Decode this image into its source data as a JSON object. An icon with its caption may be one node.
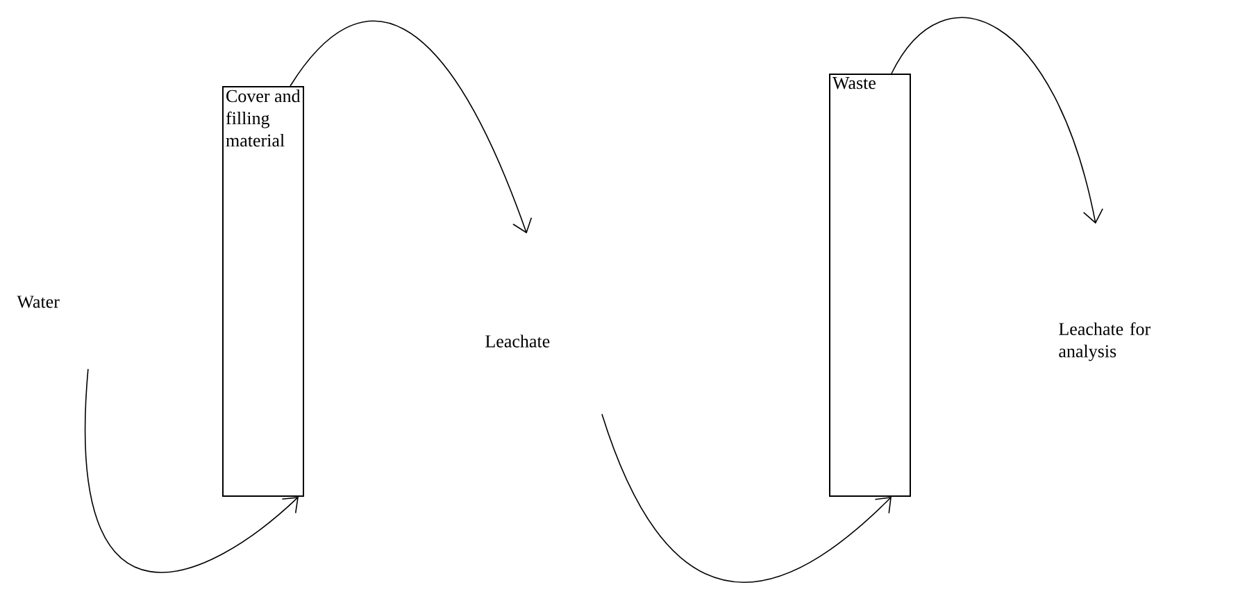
{
  "diagram": {
    "nodes": [
      {
        "text": [
          "Water"
        ]
      },
      {
        "text": [
          "Cover and filling material"
        ]
      },
      {
        "text": [
          "Leachate"
        ]
      },
      {
        "text": [
          "Waste"
        ]
      },
      {
        "text": [
          "Leachate for analysis"
        ]
      }
    ],
    "edges": [
      {
        "from": 0,
        "to": 1,
        "arrow": "to"
      },
      {
        "from": 1,
        "to": 2,
        "arrow": "to"
      },
      {
        "from": 2,
        "to": 3,
        "arrow": "to"
      },
      {
        "from": 3,
        "to": 4,
        "arrow": "to"
      }
    ]
  }
}
